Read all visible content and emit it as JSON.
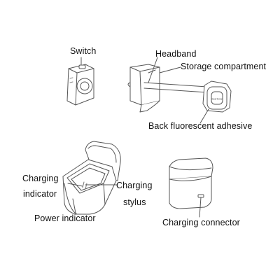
{
  "labels": {
    "switch": "Switch",
    "headband": "Headband",
    "storage_compartment": "Storage compartment",
    "back_fluorescent_adhesive": "Back fluorescent adhesive",
    "charging_indicator_1": "Charging",
    "charging_indicator_2": "indicator",
    "charging_stylus_1": "Charging",
    "charging_stylus_2": "stylus",
    "power_indicator": "Power indicator",
    "charging_connector": "Charging connector"
  },
  "device_marking": "BearScan",
  "colors": {
    "line": "#555555",
    "text": "#111111",
    "background": "#ffffff"
  }
}
